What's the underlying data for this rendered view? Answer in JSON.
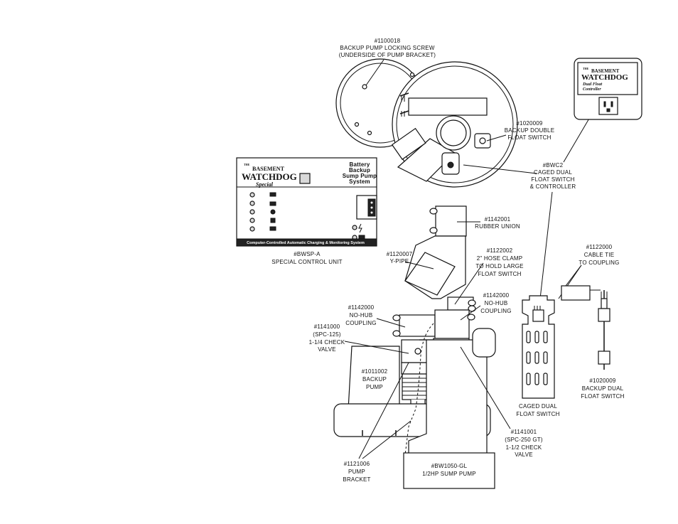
{
  "labels": {
    "locking_screw": [
      "#1100018",
      "BACKUP PUMP LOCKING SCREW",
      "(UNDERSIDE OF PUMP BRACKET)"
    ],
    "double_float_top": [
      "#1020009",
      "BACKUP DOUBLE",
      "FLOAT SWITCH"
    ],
    "bwc2": [
      "#BWC2",
      "CAGED DUAL",
      "FLOAT SWITCH",
      "& CONTROLLER"
    ],
    "rubber_union": [
      "#1142001",
      "RUBBER UNION"
    ],
    "y_pipe": [
      "#1120007",
      "Y-PIPE"
    ],
    "hose_clamp": [
      "#1122002",
      "2\" HOSE CLAMP",
      "TO HOLD LARGE",
      "FLOAT SWITCH"
    ],
    "cable_tie": [
      "#1122000",
      "CABLE TIE",
      "TO COUPLING"
    ],
    "no_hub_right": [
      "#1142000",
      "NO-HUB",
      "COUPLING"
    ],
    "no_hub_left": [
      "#1142000",
      "NO-HUB",
      "COUPLING"
    ],
    "check_valve_small": [
      "#1141000",
      "(SPC-125)",
      "1-1/4 CHECK",
      "VALVE"
    ],
    "backup_pump": [
      "#1011002",
      "BACKUP",
      "PUMP"
    ],
    "caged_dual": [
      "CAGED DUAL",
      "FLOAT SWITCH"
    ],
    "backup_dual": [
      "#1020009",
      "BACKUP DUAL",
      "FLOAT SWITCH"
    ],
    "check_valve_large": [
      "#1141001",
      "(SPC-250 GT)",
      "1-1/2 CHECK",
      "VALVE"
    ],
    "pump_bracket": [
      "#1121006",
      "PUMP",
      "BRACKET"
    ],
    "sump_pump": [
      "#BW1050-GL",
      "1/2HP SUMP PUMP"
    ],
    "control_unit": [
      "#BWSP-A",
      "SPECIAL CONTROL UNIT"
    ]
  },
  "control_panel": {
    "brand_the": "THE",
    "brand_basement": "BASEMENT",
    "brand_watchdog": "WATCHDOG",
    "brand_special": "Special",
    "title": [
      "Battery",
      "Backup",
      "Sump Pump",
      "System"
    ],
    "footer": "Computer-Controlled Automatic Charging & Monitoring System"
  },
  "controller_box": {
    "brand_the": "THE",
    "brand_basement": "BASEMENT",
    "brand_watchdog": "WATCHDOG",
    "subtitle": [
      "Dual Float",
      "Controller"
    ]
  },
  "colors": {
    "ink": "#111111",
    "paper": "#ffffff",
    "panel_gray": "#d9d9d9"
  }
}
